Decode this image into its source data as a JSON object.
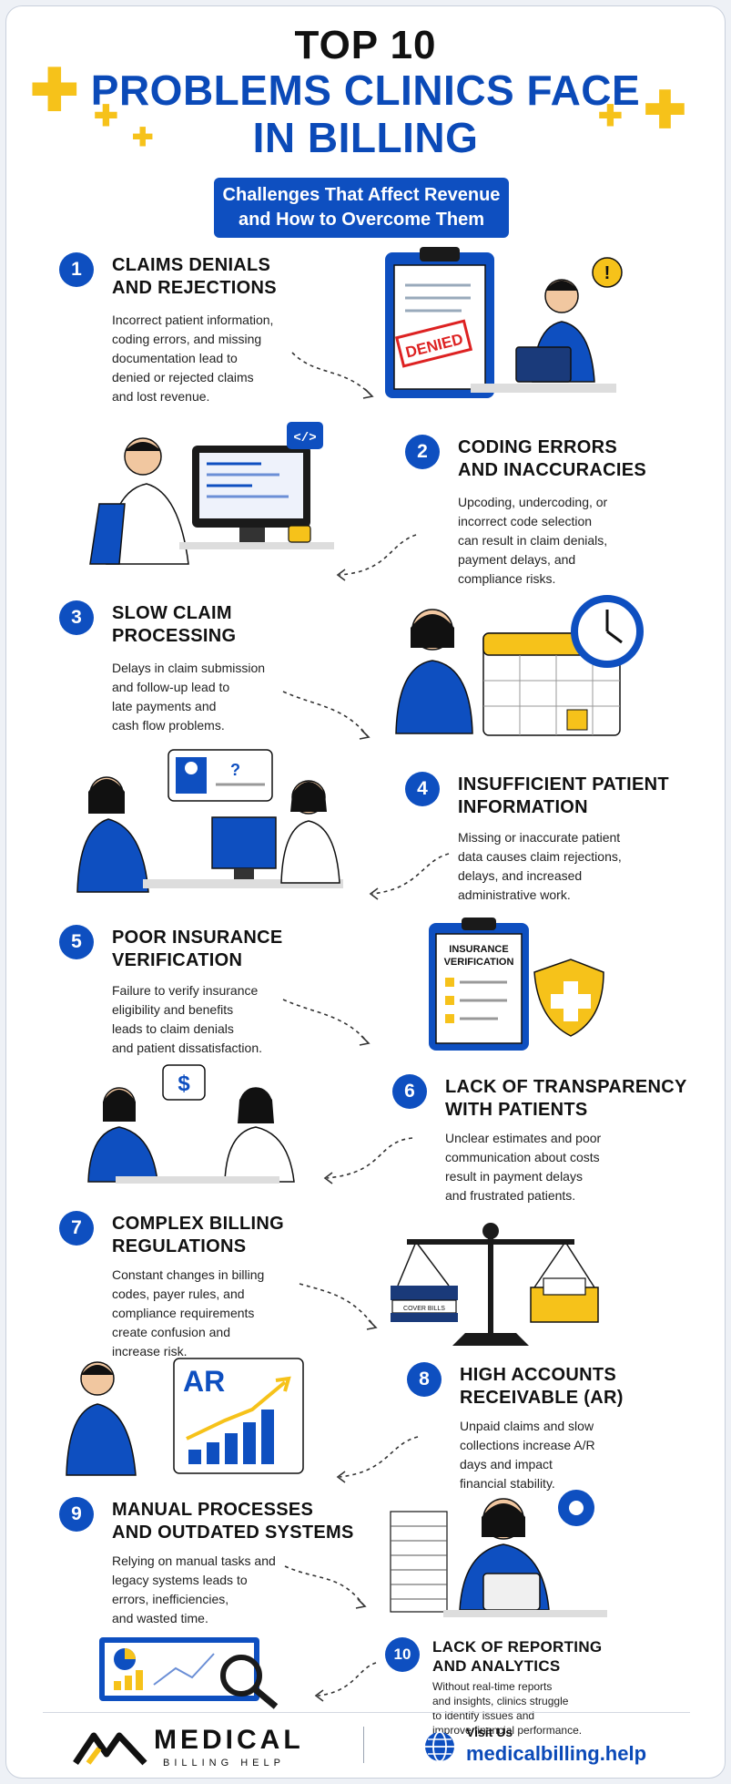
{
  "header": {
    "title_top": "TOP 10",
    "title_main_line1": "PROBLEMS CLINICS FACE",
    "title_main_line2": "IN BILLING",
    "subtitle_line1": "Challenges That Affect Revenue",
    "subtitle_line2": "and How to Overcome Them"
  },
  "colors": {
    "primary": "#0e4fc0",
    "accent": "#f6c21a",
    "text": "#111111"
  },
  "problems": [
    {
      "number": "1",
      "title1": "CLAIMS DENIALS",
      "title2": "AND REJECTIONS",
      "desc": [
        "Incorrect patient information,",
        "coding errors, and missing",
        "documentation lead to",
        "denied or rejected claims",
        "and lost revenue."
      ]
    },
    {
      "number": "2",
      "title1": "CODING ERRORS",
      "title2": "AND INACCURACIES",
      "desc": [
        "Upcoding, undercoding, or",
        "incorrect code selection",
        "can result in claim denials,",
        "payment delays, and",
        "compliance risks."
      ]
    },
    {
      "number": "3",
      "title1": "SLOW CLAIM",
      "title2": "PROCESSING",
      "desc": [
        "Delays in claim submission",
        "and follow-up lead to",
        "late payments and",
        "cash flow problems."
      ]
    },
    {
      "number": "4",
      "title1": "INSUFFICIENT PATIENT",
      "title2": "INFORMATION",
      "desc": [
        "Missing or inaccurate patient",
        "data causes claim rejections,",
        "delays, and increased",
        "administrative work."
      ]
    },
    {
      "number": "5",
      "title1": "POOR INSURANCE",
      "title2": "VERIFICATION",
      "desc": [
        "Failure to verify insurance",
        "eligibility and benefits",
        "leads to claim denials",
        "and patient dissatisfaction."
      ]
    },
    {
      "number": "6",
      "title1": "LACK OF TRANSPARENCY",
      "title2": "WITH PATIENTS",
      "desc": [
        "Unclear estimates and poor",
        "communication about costs",
        "result in payment delays",
        "and frustrated patients."
      ]
    },
    {
      "number": "7",
      "title1": "COMPLEX BILLING",
      "title2": "REGULATIONS",
      "desc": [
        "Constant changes in billing",
        "codes, payer rules, and",
        "compliance requirements",
        "create confusion and",
        "increase risk."
      ]
    },
    {
      "number": "8",
      "title1": "HIGH ACCOUNTS",
      "title2": "RECEIVABLE (AR)",
      "desc": [
        "Unpaid claims and slow",
        "collections increase A/R",
        "days and impact",
        "financial stability."
      ]
    },
    {
      "number": "9",
      "title1": "MANUAL PROCESSES",
      "title2": "AND OUTDATED SYSTEMS",
      "desc": [
        "Relying on manual tasks and",
        "legacy systems leads to",
        "errors, inefficiencies,",
        "and wasted time."
      ]
    },
    {
      "number": "10",
      "title1": "LACK OF REPORTING",
      "title2": "AND ANALYTICS",
      "desc": [
        "Without real-time reports",
        "and insights, clinics struggle",
        "to identify issues and",
        "improve financial performance."
      ]
    }
  ],
  "illustrations": {
    "denied_stamp": "DENIED",
    "code_tag": "</>",
    "insurance_label_line1": "INSURANCE",
    "insurance_label_line2": "VERIFICATION",
    "dollar_sign": "$",
    "question_mark": "?",
    "ar_label": "AR",
    "scale_label": "COVER BILLS"
  },
  "footer": {
    "logo_name": "MEDICAL",
    "logo_tagline": "BILLING HELP",
    "visit_label": "Visit Us",
    "website": "medicalbilling.help"
  }
}
